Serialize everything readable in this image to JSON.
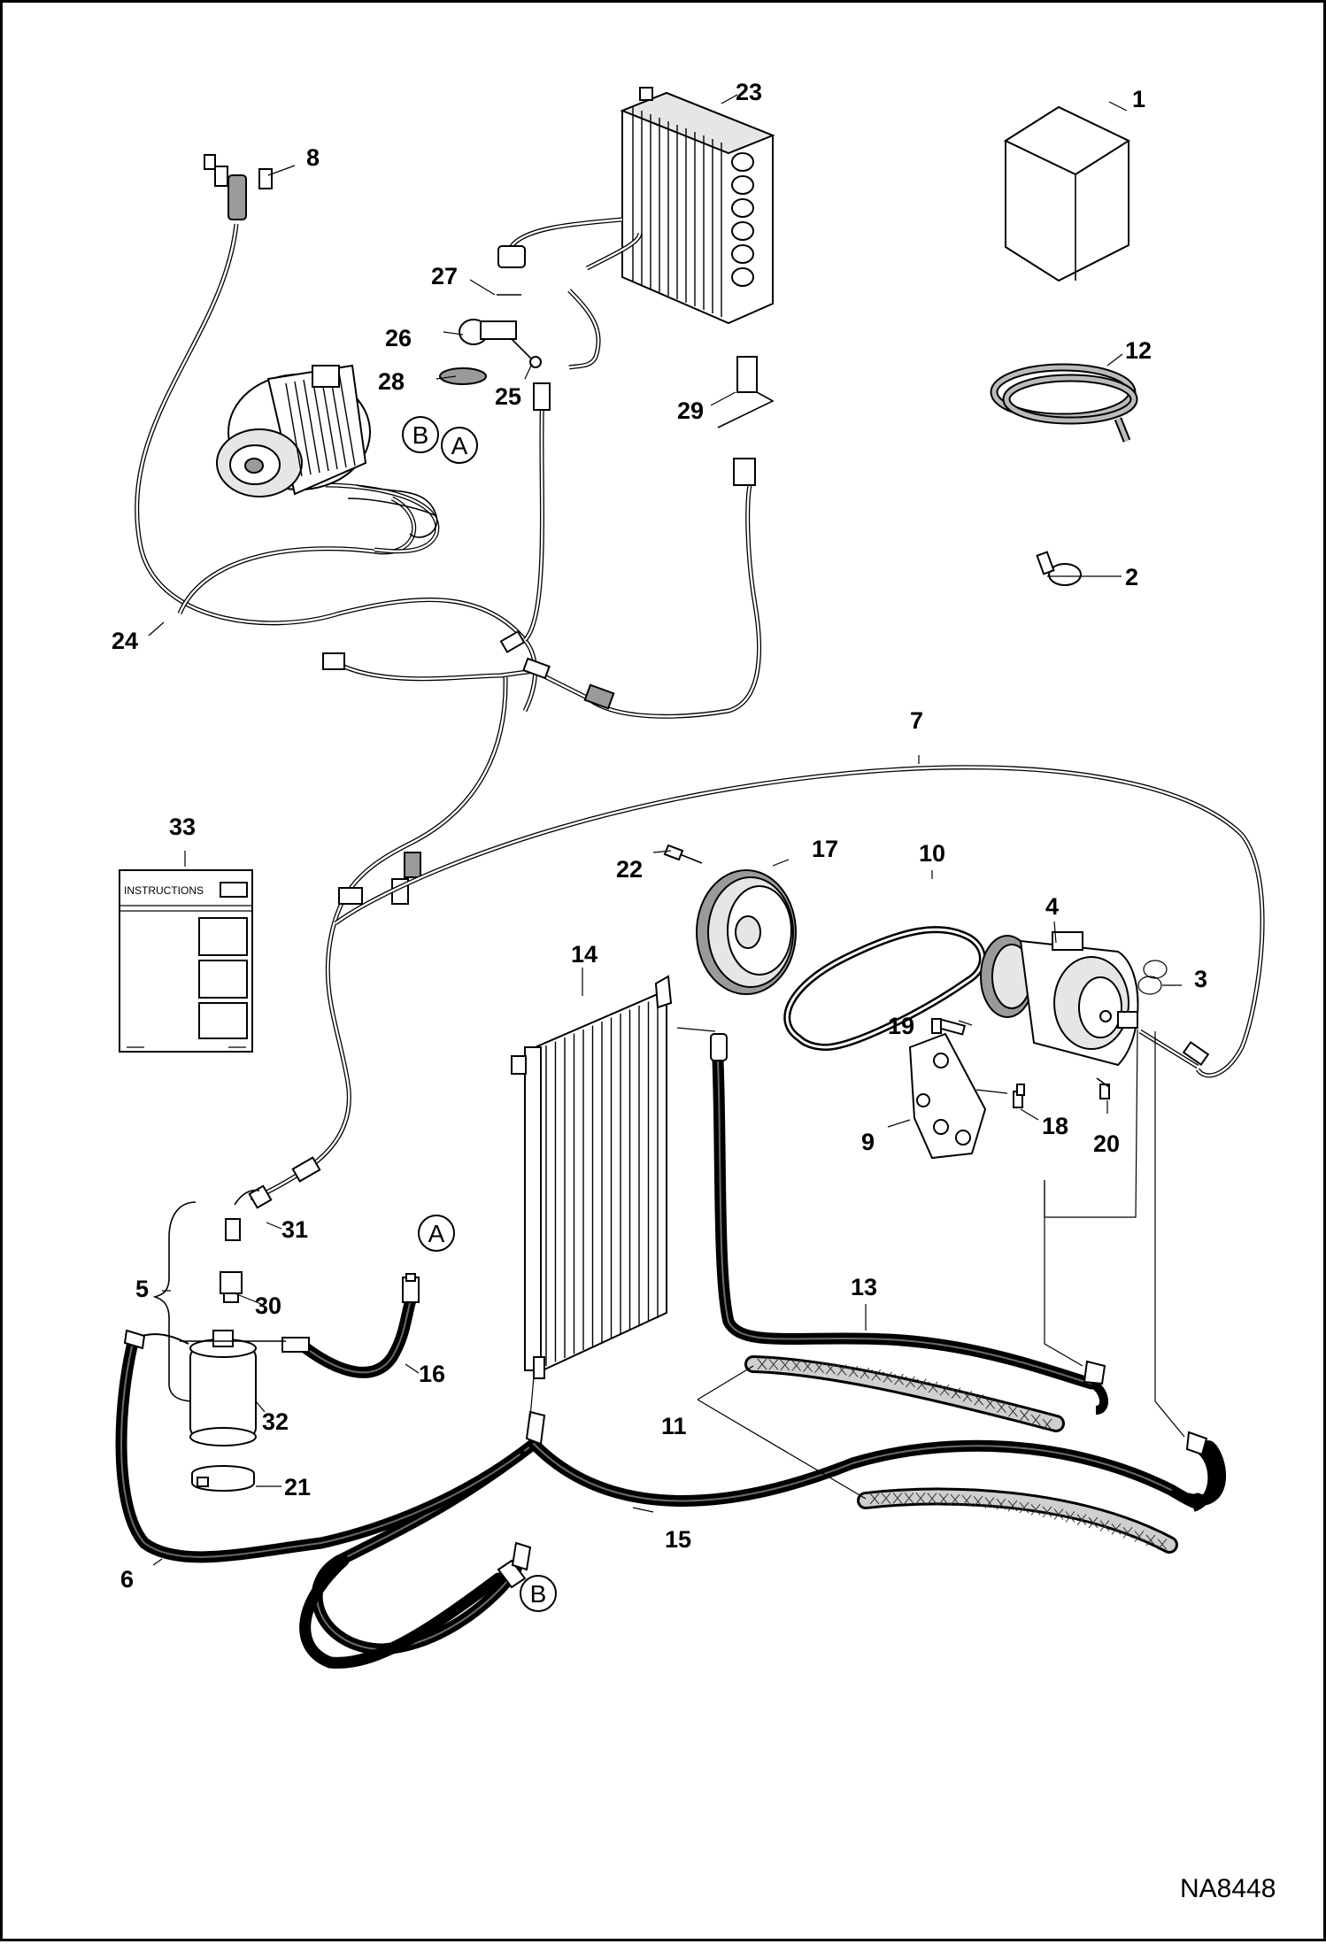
{
  "drawing_id": "NA8448",
  "callouts": {
    "c1": "1",
    "c2": "2",
    "c3": "3",
    "c4": "4",
    "c5": "5",
    "c6": "6",
    "c7": "7",
    "c8": "8",
    "c9": "9",
    "c10": "10",
    "c11": "11",
    "c12": "12",
    "c13": "13",
    "c14": "14",
    "c15": "15",
    "c16": "16",
    "c17": "17",
    "c18": "18",
    "c19": "19",
    "c20": "20",
    "c21": "21",
    "c22": "22",
    "c23": "23",
    "c24": "24",
    "c25": "25",
    "c26": "26",
    "c27": "27",
    "c28": "28",
    "c29": "29",
    "c30": "30",
    "c31": "31",
    "c32": "32",
    "c33": "33"
  },
  "reference_markers": {
    "a": "A",
    "b": "B"
  },
  "instructions_label": "INSTRUCTIONS"
}
